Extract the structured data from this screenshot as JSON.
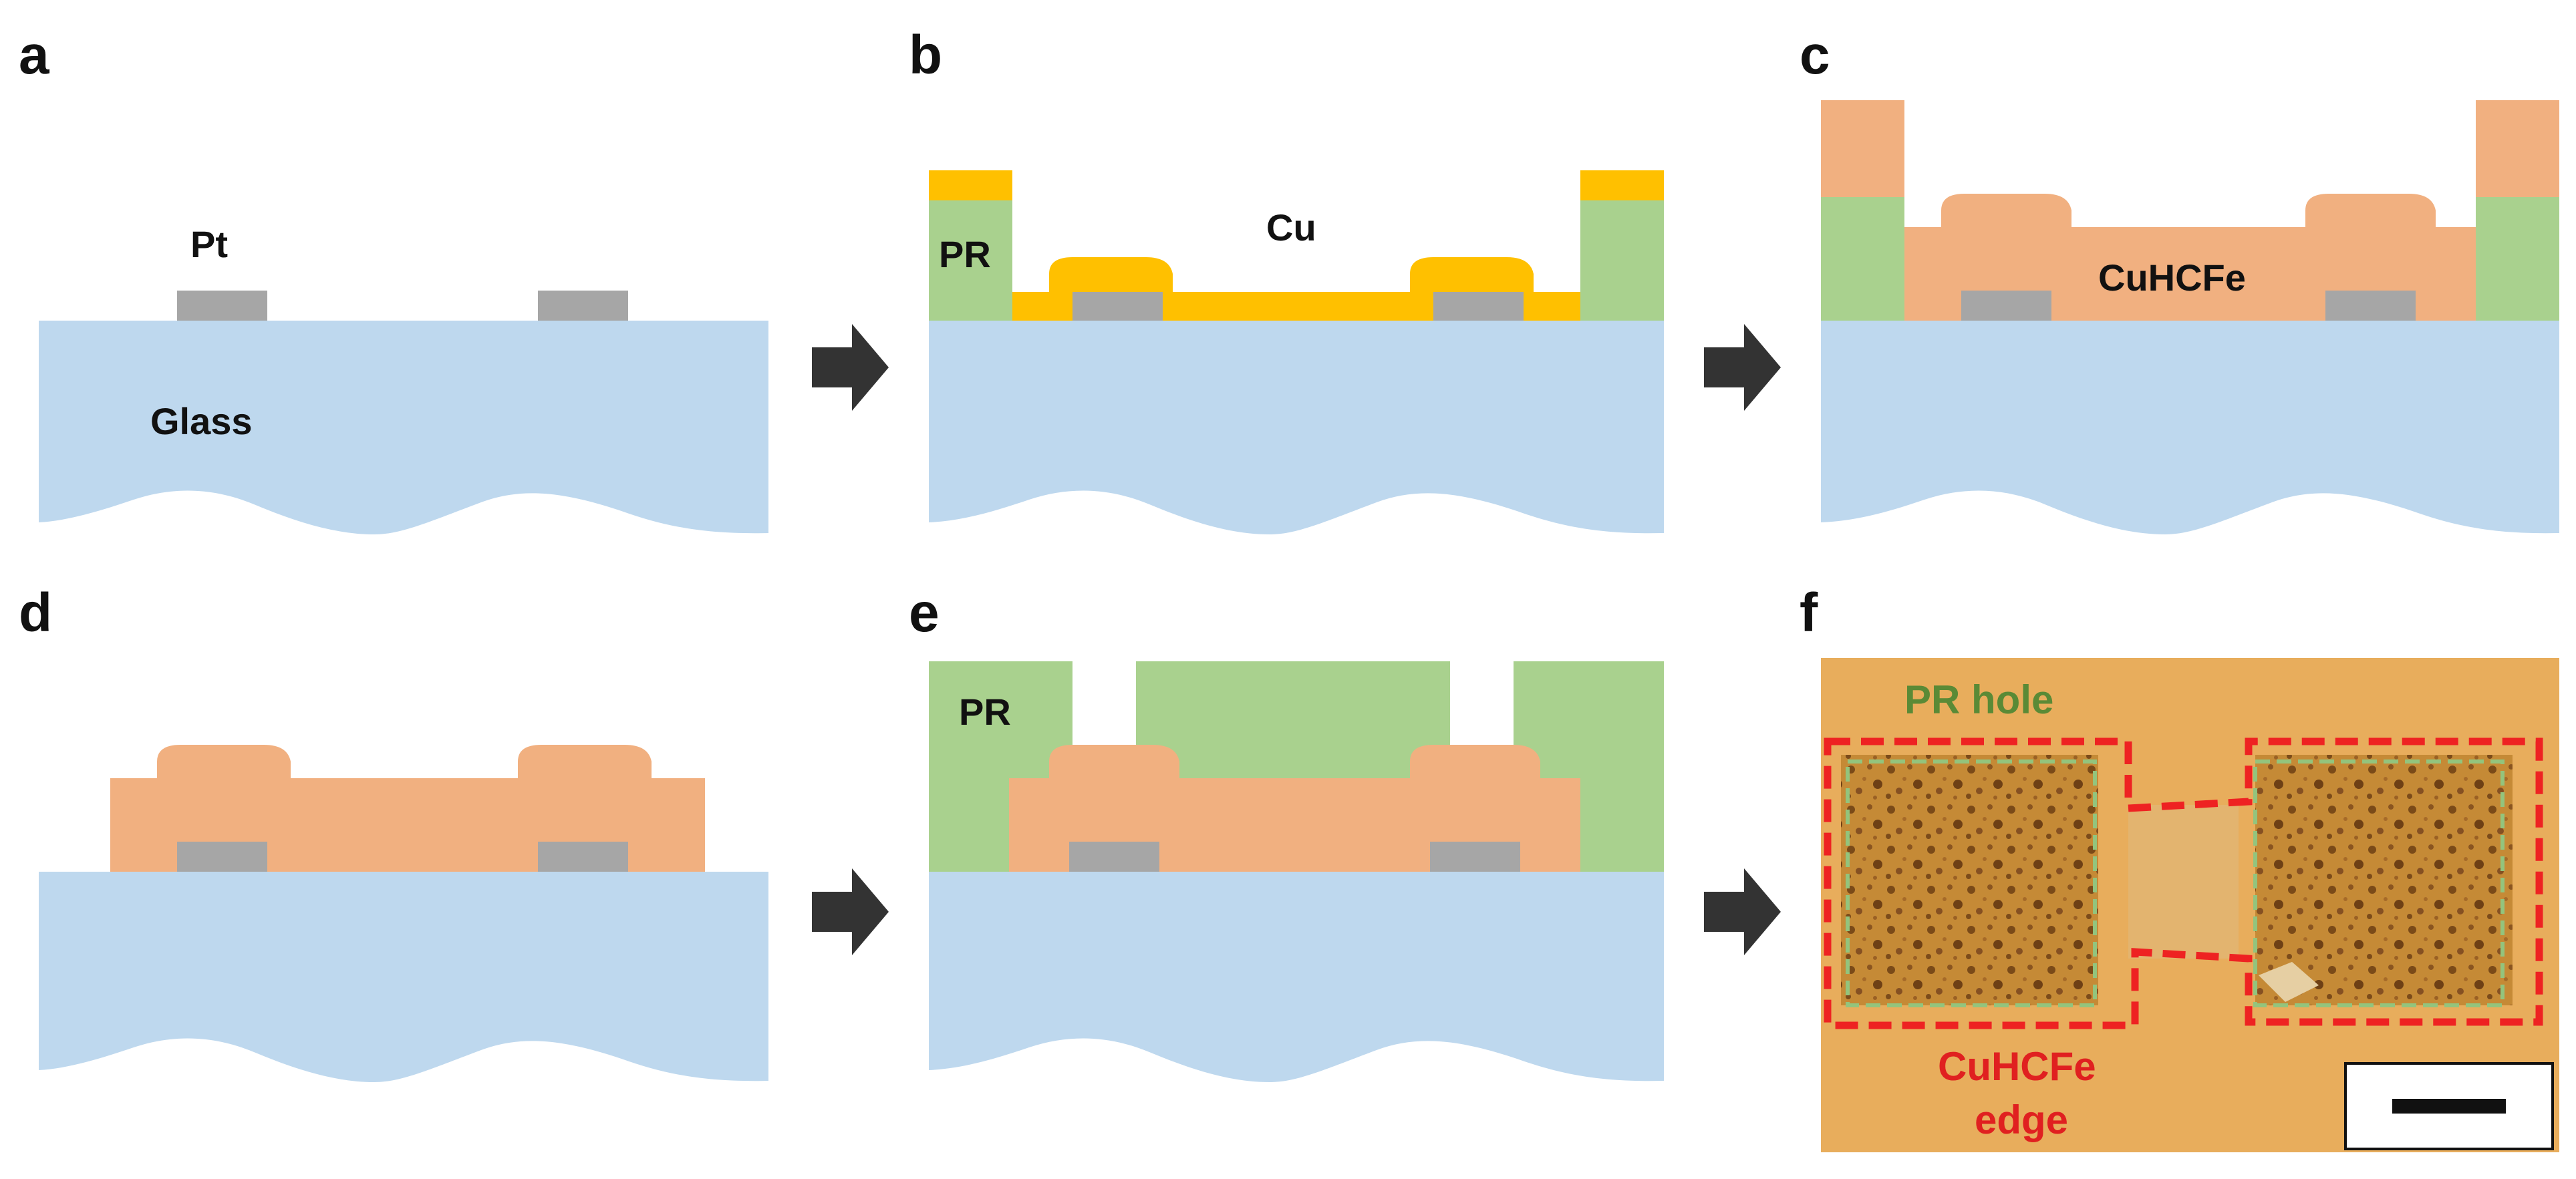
{
  "panels": [
    {
      "letter": "a",
      "labels": {
        "pt": "Pt",
        "glass": "Glass"
      }
    },
    {
      "letter": "b",
      "labels": {
        "pr": "PR",
        "cu": "Cu"
      }
    },
    {
      "letter": "c",
      "labels": {
        "cuhcfe": "CuHCFe"
      }
    },
    {
      "letter": "d",
      "labels": {}
    },
    {
      "letter": "e",
      "labels": {
        "pr": "PR"
      }
    },
    {
      "letter": "f",
      "labels": {
        "pr_hole": "PR hole",
        "cuhcfe_edge_1": "CuHCFe",
        "cuhcfe_edge_2": "edge"
      }
    }
  ],
  "colors": {
    "glass": "#bed8ee",
    "pt": "#a6a6a6",
    "photoresist": "#a9d18e",
    "copper": "#ffc000",
    "cuhcfe": "#f1b080",
    "arrow": "#333333",
    "micrograph_background": "#e8ad5c",
    "pr_hole_outline": "#93c47d",
    "cuhcfe_edge_outline": "#ee2222",
    "pr_hole_text": "#5a8a36",
    "cuhcfe_edge_text": "#e02020"
  },
  "icons": {
    "step_arrow": "right-arrow-icon",
    "scale_bar": "scale-bar"
  }
}
